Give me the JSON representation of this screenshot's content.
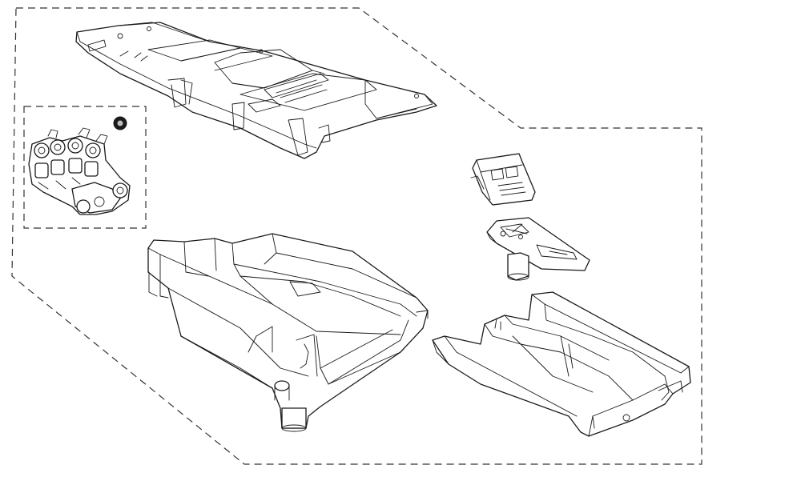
{
  "diagram": {
    "type": "exploded-parts-view",
    "label_text": [],
    "parts": [
      {
        "id": "top-cover",
        "icon": "top-cover-panel"
      },
      {
        "id": "water-inlet-valve-assembly",
        "icon": "solenoid-valve-cluster"
      },
      {
        "id": "valve-nut",
        "icon": "threaded-nut"
      },
      {
        "id": "detergent-drawer-housing",
        "icon": "dispenser-housing"
      },
      {
        "id": "dispenser-siphon-cap",
        "icon": "siphon-cap"
      },
      {
        "id": "dispenser-divider-insert",
        "icon": "divider-insert"
      },
      {
        "id": "detergent-drawer",
        "icon": "drawer-tray"
      }
    ],
    "outline_style": {
      "stroke": "#1a1a1a",
      "dash_boundary": "#333333",
      "background": "#ffffff"
    }
  }
}
